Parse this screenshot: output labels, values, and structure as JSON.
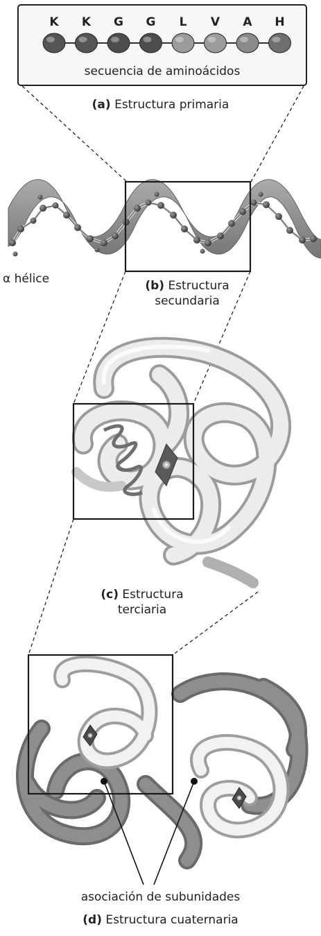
{
  "primary": {
    "amino_acids": [
      "K",
      "K",
      "G",
      "G",
      "L",
      "V",
      "A",
      "H"
    ],
    "bead_colors": [
      "#555555",
      "#555555",
      "#4d4d4d",
      "#4d4d4d",
      "#9b9b9b",
      "#9b9b9b",
      "#8a8a8a",
      "#6f6f6f"
    ],
    "sequence_label": "secuencia de aminoácidos",
    "caption_letter": "(a)",
    "caption_text": "Estructura primaria"
  },
  "secondary": {
    "helix_label": "α hélice",
    "caption_letter": "(b)",
    "caption_line1": "Estructura",
    "caption_line2": "secundaria"
  },
  "tertiary": {
    "caption_letter": "(c)",
    "caption_line1": "Estructura",
    "caption_line2": "terciaria"
  },
  "quaternary": {
    "subunit_label": "asociación de subunidades",
    "caption_letter": "(d)",
    "caption_text": "Estructura cuaternaria"
  }
}
